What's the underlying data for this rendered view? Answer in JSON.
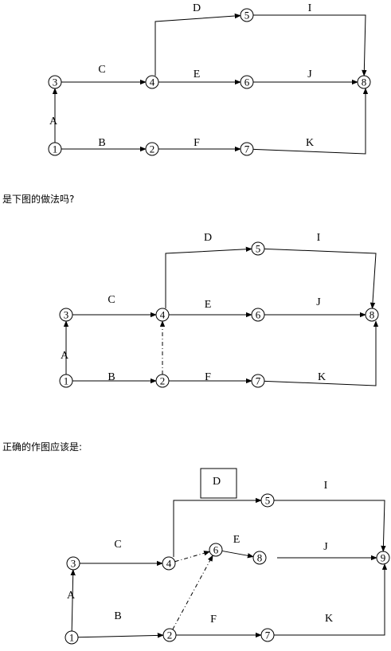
{
  "captions": {
    "question": "是下图的做法吗?",
    "answer": "正确的作图应该是:"
  },
  "diagrams": [
    {
      "nodes": [
        "1",
        "2",
        "3",
        "4",
        "5",
        "6",
        "7",
        "8"
      ],
      "edges": [
        {
          "from": "1",
          "to": "3",
          "label": "A",
          "dashed": false
        },
        {
          "from": "1",
          "to": "2",
          "label": "B",
          "dashed": false
        },
        {
          "from": "3",
          "to": "4",
          "label": "C",
          "dashed": false
        },
        {
          "from": "4",
          "to": "5",
          "label": "D",
          "dashed": false
        },
        {
          "from": "4",
          "to": "6",
          "label": "E",
          "dashed": false
        },
        {
          "from": "2",
          "to": "7",
          "label": "F",
          "dashed": false
        },
        {
          "from": "5",
          "to": "8",
          "label": "I",
          "dashed": false
        },
        {
          "from": "6",
          "to": "8",
          "label": "J",
          "dashed": false
        },
        {
          "from": "7",
          "to": "8",
          "label": "K",
          "dashed": false
        }
      ]
    },
    {
      "nodes": [
        "1",
        "2",
        "3",
        "4",
        "5",
        "6",
        "7",
        "8"
      ],
      "edges": [
        {
          "from": "1",
          "to": "3",
          "label": "A",
          "dashed": false
        },
        {
          "from": "1",
          "to": "2",
          "label": "B",
          "dashed": false
        },
        {
          "from": "3",
          "to": "4",
          "label": "C",
          "dashed": false
        },
        {
          "from": "4",
          "to": "5",
          "label": "D",
          "dashed": false
        },
        {
          "from": "4",
          "to": "6",
          "label": "E",
          "dashed": false
        },
        {
          "from": "2",
          "to": "7",
          "label": "F",
          "dashed": false
        },
        {
          "from": "5",
          "to": "8",
          "label": "I",
          "dashed": false
        },
        {
          "from": "6",
          "to": "8",
          "label": "J",
          "dashed": false
        },
        {
          "from": "7",
          "to": "8",
          "label": "K",
          "dashed": false
        },
        {
          "from": "2",
          "to": "4",
          "label": "",
          "dashed": true
        }
      ]
    },
    {
      "nodes": [
        "1",
        "2",
        "3",
        "4",
        "5",
        "6",
        "7",
        "8",
        "9"
      ],
      "boxed_label": "D",
      "edges": [
        {
          "from": "1",
          "to": "3",
          "label": "A",
          "dashed": false
        },
        {
          "from": "1",
          "to": "2",
          "label": "B",
          "dashed": false
        },
        {
          "from": "3",
          "to": "4",
          "label": "C",
          "dashed": false
        },
        {
          "from": "4",
          "to": "5",
          "label": "",
          "dashed": false
        },
        {
          "from": "4",
          "to": "6",
          "label": "",
          "dashed": true
        },
        {
          "from": "2",
          "to": "6",
          "label": "",
          "dashed": true
        },
        {
          "from": "6",
          "to": "8",
          "label": "E",
          "dashed": false
        },
        {
          "from": "2",
          "to": "7",
          "label": "F",
          "dashed": false
        },
        {
          "from": "5",
          "to": "9",
          "label": "I",
          "dashed": false
        },
        {
          "from": "8",
          "to": "9",
          "label": "J",
          "dashed": false
        },
        {
          "from": "7",
          "to": "9",
          "label": "K",
          "dashed": false
        }
      ]
    }
  ]
}
